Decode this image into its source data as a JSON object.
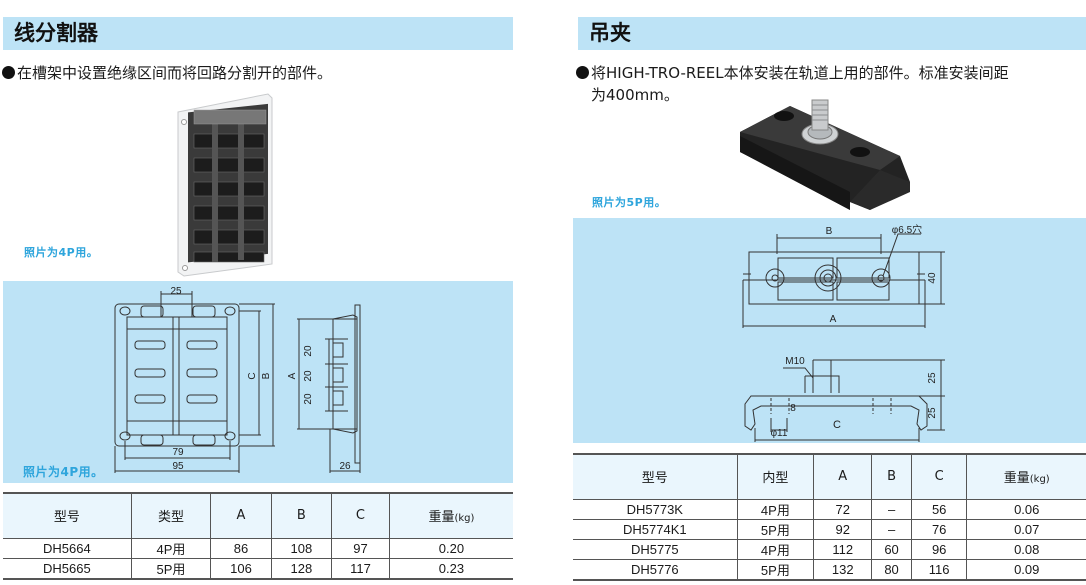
{
  "left_section": {
    "title": "线分割器",
    "description": "在槽架中设置绝缘区间而将回路分割开的部件。",
    "photo_caption": "照片为4P用。",
    "diagram_caption": "照片为4P用。",
    "photo_icon": "insulation-section-divider-photo",
    "dimensions": {
      "top_width": "25",
      "inner_height": "C",
      "outer_height": "B",
      "inner_width": "79",
      "outer_width": "95",
      "side_height": "A",
      "pitch_1": "20",
      "pitch_2": "20",
      "pitch_3": "20",
      "depth": "26"
    },
    "table": {
      "headers": [
        "型号",
        "类型",
        "A",
        "B",
        "C",
        "重量"
      ],
      "weight_unit": "(kg)",
      "rows": [
        [
          "DH5664",
          "4P用",
          "86",
          "108",
          "97",
          "0.20"
        ],
        [
          "DH5665",
          "5P用",
          "106",
          "128",
          "117",
          "0.23"
        ]
      ]
    }
  },
  "right_section": {
    "title": "吊夹",
    "description_line1": "将HIGH-TRO-REEL本体安装在轨道上用的部件。标准安装间距",
    "description_line2": "为400mm。",
    "photo_caption": "照片为5P用。",
    "photo_icon": "hanger-clamp-photo",
    "dimensions": {
      "hole_span": "B",
      "hole_label": "φ6.5穴",
      "height": "40",
      "length": "A",
      "bolt_label": "M10",
      "bolt_height": "25",
      "body_height": "25",
      "depth_label": "8",
      "bore_label": "φ11",
      "clamp_span": "C"
    },
    "table": {
      "headers": [
        "型号",
        "内型",
        "A",
        "B",
        "C",
        "重量"
      ],
      "weight_unit": "(kg)",
      "rows": [
        [
          "DH5773K",
          "4P用",
          "72",
          "–",
          "56",
          "0.06"
        ],
        [
          "DH5774K1",
          "5P用",
          "92",
          "–",
          "76",
          "0.07"
        ],
        [
          "DH5775",
          "4P用",
          "112",
          "60",
          "96",
          "0.08"
        ],
        [
          "DH5776",
          "5P用",
          "132",
          "80",
          "116",
          "0.09"
        ]
      ]
    }
  },
  "colors": {
    "header_band": "#bde3f6",
    "diagram_bg": "#bde3f6",
    "table_header_bg": "#eaf6fd",
    "caption": "#2ea5dc"
  }
}
